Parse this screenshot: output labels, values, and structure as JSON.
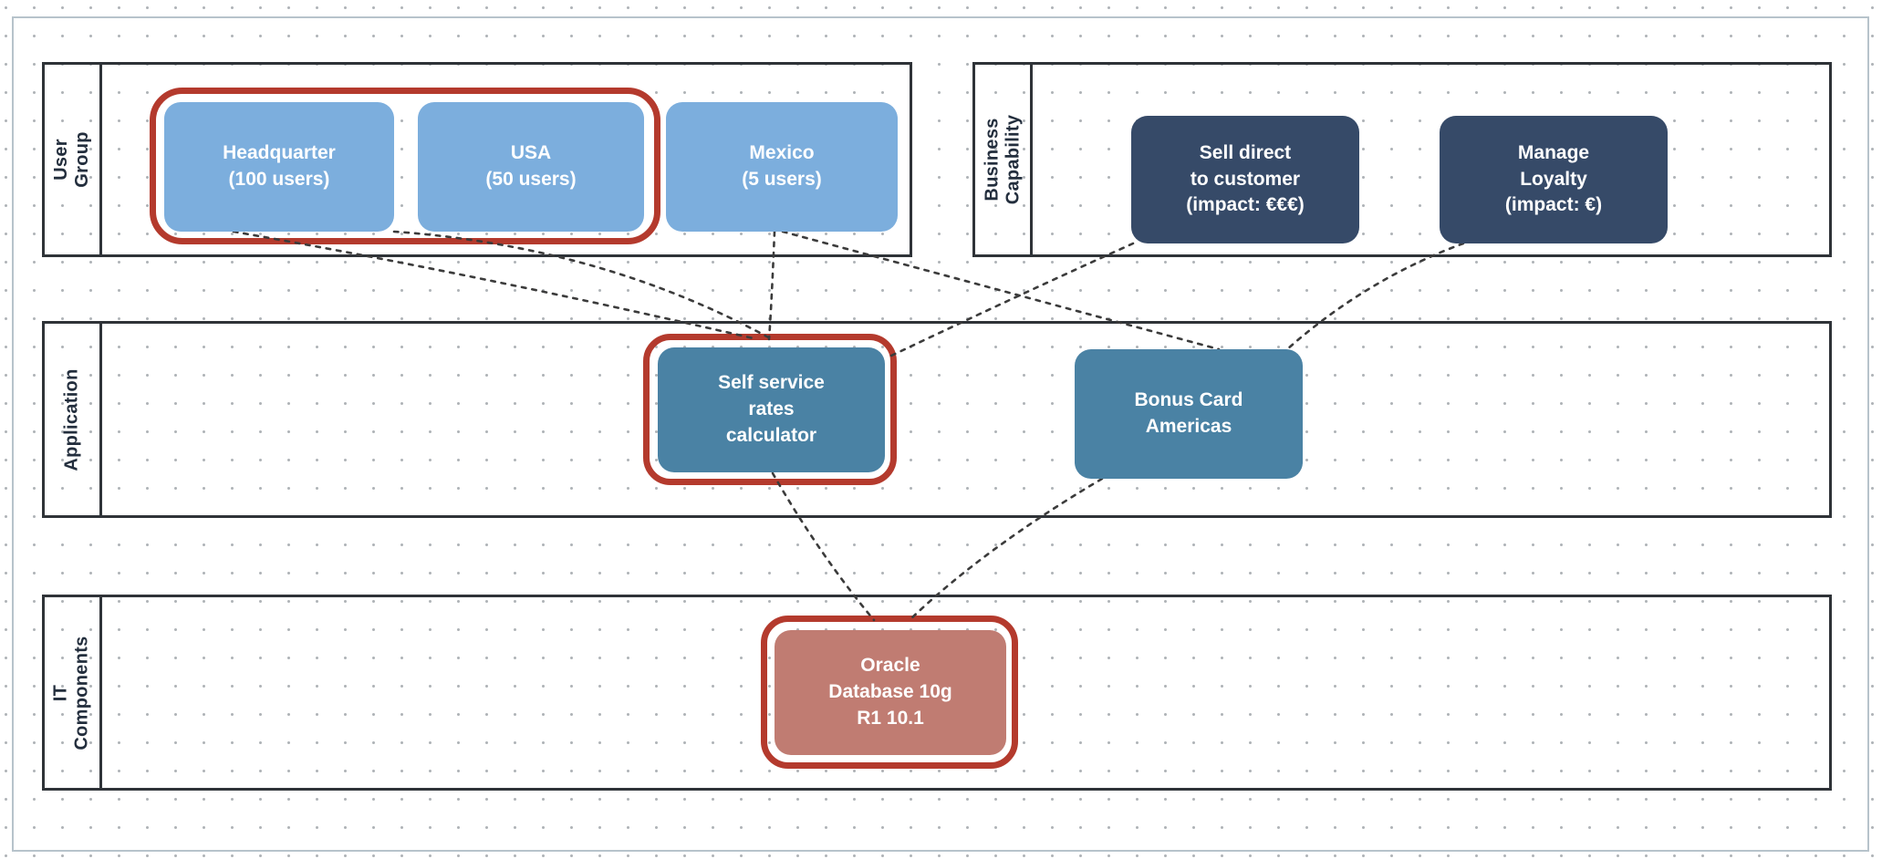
{
  "lanes": {
    "user_group": {
      "label": "User Group"
    },
    "business_capability": {
      "label": "Business\nCapability"
    },
    "application": {
      "label": "Application"
    },
    "it_components": {
      "label": "IT Components"
    }
  },
  "nodes": {
    "headquarter": {
      "label": "Headquarter\n(100 users)",
      "lane": "User Group",
      "type": "user-group",
      "highlighted": true
    },
    "usa": {
      "label": "USA\n(50 users)",
      "lane": "User Group",
      "type": "user-group",
      "highlighted": true
    },
    "mexico": {
      "label": "Mexico\n(5 users)",
      "lane": "User Group",
      "type": "user-group",
      "highlighted": false
    },
    "sell_direct": {
      "label": "Sell direct\nto customer\n(impact: €€€)",
      "lane": "Business Capability",
      "type": "business-capability",
      "highlighted": false
    },
    "manage_loyalty": {
      "label": "Manage\nLoyalty\n(impact: €)",
      "lane": "Business Capability",
      "type": "business-capability",
      "highlighted": false
    },
    "self_service": {
      "label": "Self service\nrates\ncalculator",
      "lane": "Application",
      "type": "application",
      "highlighted": true
    },
    "bonus_card": {
      "label": "Bonus Card\nAmericas",
      "lane": "Application",
      "type": "application",
      "highlighted": false
    },
    "oracle": {
      "label": "Oracle\nDatabase 10g\nR1 10.1",
      "lane": "IT Components",
      "type": "it-component",
      "highlighted": true
    }
  },
  "edges": [
    {
      "from": "headquarter",
      "to": "self_service",
      "style": "dashed"
    },
    {
      "from": "usa",
      "to": "self_service",
      "style": "dashed"
    },
    {
      "from": "mexico",
      "to": "self_service",
      "style": "dashed"
    },
    {
      "from": "mexico",
      "to": "bonus_card",
      "style": "dashed"
    },
    {
      "from": "sell_direct",
      "to": "self_service",
      "style": "dashed"
    },
    {
      "from": "manage_loyalty",
      "to": "bonus_card",
      "style": "dashed"
    },
    {
      "from": "self_service",
      "to": "oracle",
      "style": "dashed"
    },
    {
      "from": "bonus_card",
      "to": "oracle",
      "style": "dashed"
    }
  ],
  "highlight_groups": [
    [
      "headquarter",
      "usa"
    ],
    [
      "self_service"
    ],
    [
      "oracle"
    ]
  ],
  "colors": {
    "user_group_node": "#7caedd",
    "capability_node": "#364a68",
    "application_node": "#4a82a4",
    "it_component_node": "#c07c72",
    "highlight_ring": "#b43a2d",
    "node_text": "#ffffff",
    "lane_border": "#2f3338",
    "lane_label_text": "#232e3d",
    "edge": "#3b3b3b",
    "outer_border": "#b7c3cb",
    "grid_dot": "#b0b4b8",
    "background": "#ffffff"
  }
}
